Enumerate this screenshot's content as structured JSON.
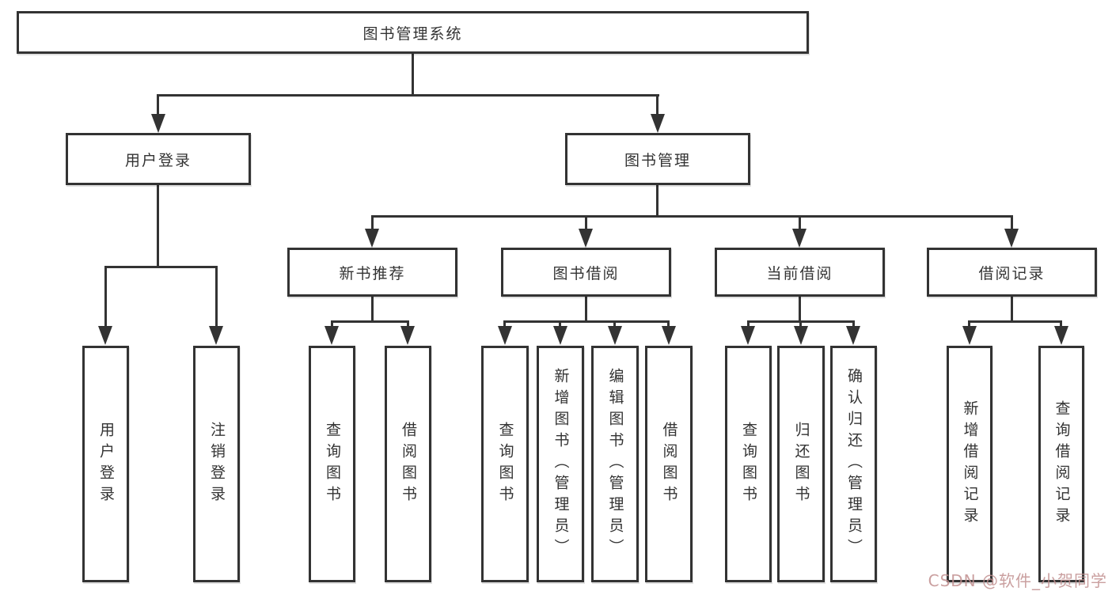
{
  "diagram": {
    "root": {
      "label": "图书管理系统"
    },
    "branches": [
      {
        "label": "用户登录",
        "children": [
          {
            "label": "用户登录"
          },
          {
            "label": "注销登录"
          }
        ]
      },
      {
        "label": "图书管理",
        "sections": [
          {
            "label": "新书推荐",
            "children": [
              {
                "label": "查询图书"
              },
              {
                "label": "借阅图书"
              }
            ]
          },
          {
            "label": "图书借阅",
            "children": [
              {
                "label": "查询图书"
              },
              {
                "label": "新增图书（管理员）"
              },
              {
                "label": "编辑图书（管理员）"
              },
              {
                "label": "借阅图书"
              }
            ]
          },
          {
            "label": "当前借阅",
            "children": [
              {
                "label": "查询图书"
              },
              {
                "label": "归还图书"
              },
              {
                "label": "确认归还（管理员）"
              }
            ]
          },
          {
            "label": "借阅记录",
            "children": [
              {
                "label": "新增借阅记录"
              },
              {
                "label": "查询借阅记录"
              }
            ]
          }
        ]
      }
    ]
  },
  "colors": {
    "line": "#333333",
    "text": "#333333",
    "watermark": "#c18f8f"
  },
  "watermark": {
    "text": "CSDN @软件_小贺同学"
  }
}
